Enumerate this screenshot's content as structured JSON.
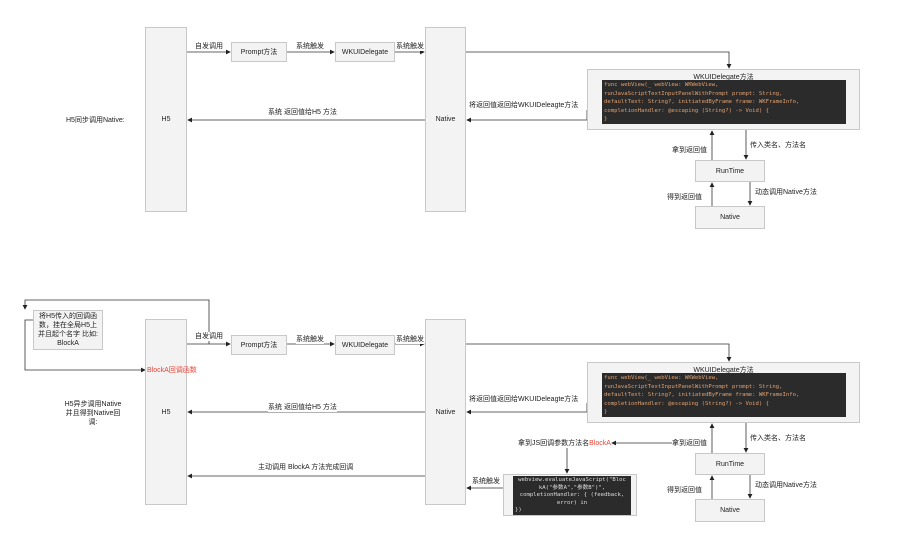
{
  "sync": {
    "title": "H5同步调用Native:",
    "h5": "H5",
    "native": "Native",
    "prompt": "Prompt方法",
    "wkui": "WKUIDelegate",
    "self_call": "自发调用",
    "sys_trigger1": "系统触发",
    "sys_trigger2": "系统触发",
    "return_to_wkui": "将返回值返回给WKUIDeleagte方法",
    "return_to_h5": "系统 返回值给H5 方法",
    "wkui_method_title": "WKUIDelegate方法",
    "code_lines": [
      "func webView(_ webView: WKWebView,",
      "runJavaScriptTextInputPanelWithPrompt prompt: String,",
      "defaultText: String?, initiatedByFrame frame: WKFrameInfo,",
      "completionHandler: @escaping (String?) -> Void) {",
      "}"
    ],
    "runtime": "RunTime",
    "native_small": "Native",
    "get_return": "拿到返回值",
    "pass_class": "传入类名、方法名",
    "got_return": "得到返回值",
    "dynamic_call": "动态调用Native方法"
  },
  "async": {
    "title": "H5异步调用Native 并且得到Native回调:",
    "callback_note": "将H5传入的回调函数，挂在全局H5上 并且起个名字 比如: BlockA",
    "blocka_fn": "BlockA回调函数",
    "h5": "H5",
    "native": "Native",
    "prompt": "Prompt方法",
    "wkui": "WKUIDelegate",
    "self_call": "自发调用",
    "sys_trigger1": "系统触发",
    "sys_trigger2": "系统触发",
    "return_to_wkui": "将返回值返回给WKUIDeleagte方法",
    "return_to_h5": "系统 返回值给H5 方法",
    "wkui_method_title": "WKUIDelegate方法",
    "code_lines": [
      "func webView(_ webView: WKWebView,",
      "runJavaScriptTextInputPanelWithPrompt prompt: String,",
      "defaultText: String?, initiatedByFrame frame: WKFrameInfo,",
      "completionHandler: @escaping (String?) -> Void) {",
      "}"
    ],
    "runtime": "RunTime",
    "native_small": "Native",
    "get_return": "拿到返回值",
    "pass_class": "传入类名、方法名",
    "got_return": "得到返回值",
    "dynamic_call": "动态调用Native方法",
    "get_js_param": "拿到JS回调参数方法名",
    "get_js_param_name": "BlockA",
    "sys_trigger3": "系统触发",
    "active_call": "主动调用 BlockA 方法完成回调",
    "eval_code": [
      "webview.evaluateJavaScript(\"Bloc",
      "kA(\"参数A\",\"参数B\")\",",
      "completionHandler: { (feedback,",
      "error) in",
      "})"
    ]
  },
  "colors": {
    "arrow": "#222222",
    "box_bg": "#f3f3f3",
    "highlight": "#e8463a",
    "code_bg": "#2b2b2b"
  }
}
